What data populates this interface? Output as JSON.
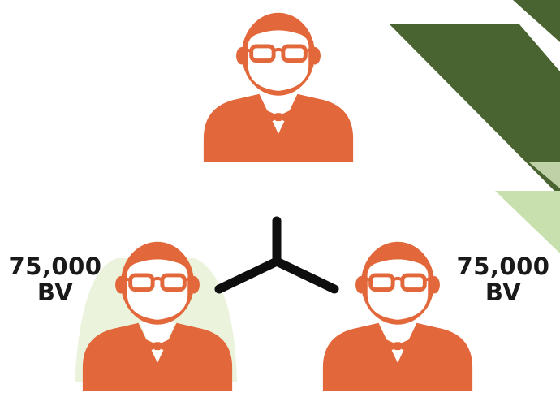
{
  "colors": {
    "person_fill": "#e2673a",
    "face_fill": "#ffffff",
    "connector": "#0e0e0e",
    "stripe_dark": "#4a6431",
    "stripe_light": "#c8dfae",
    "glow": "#e4efd2"
  },
  "icons": {
    "person": "person-with-glasses-and-bowtie-icon",
    "connector": "three-way-branch-connector-icon"
  },
  "nodes": {
    "top": {
      "icon": "person-with-glasses-and-bowtie-icon"
    },
    "left": {
      "icon": "person-with-glasses-and-bowtie-icon",
      "value": "75,000",
      "unit": "BV"
    },
    "right": {
      "icon": "person-with-glasses-and-bowtie-icon",
      "value": "75,000",
      "unit": "BV"
    }
  }
}
